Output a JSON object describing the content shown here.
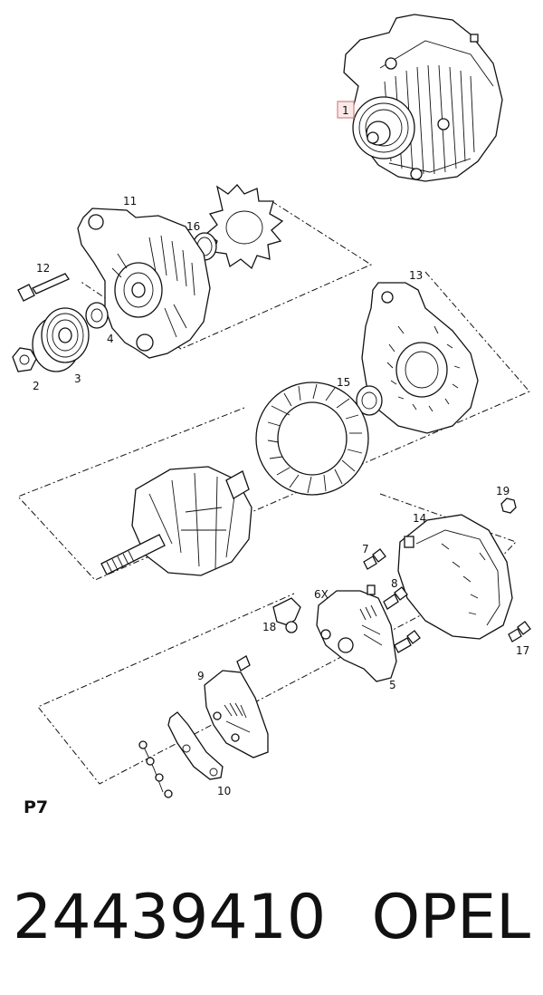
{
  "diagram": {
    "page_code": "P7",
    "callouts": [
      "1",
      "2",
      "3",
      "4",
      "5",
      "6X",
      "7",
      "8",
      "9",
      "10",
      "11",
      "12",
      "13",
      "14",
      "15",
      "16",
      "17",
      "18",
      "19"
    ]
  },
  "footer": {
    "part_number": "24439410",
    "brand": "OPEL"
  },
  "colors": {
    "line": "#111111",
    "highlight_box": "#d88a8a",
    "highlight_fill": "#fbe9e9"
  }
}
